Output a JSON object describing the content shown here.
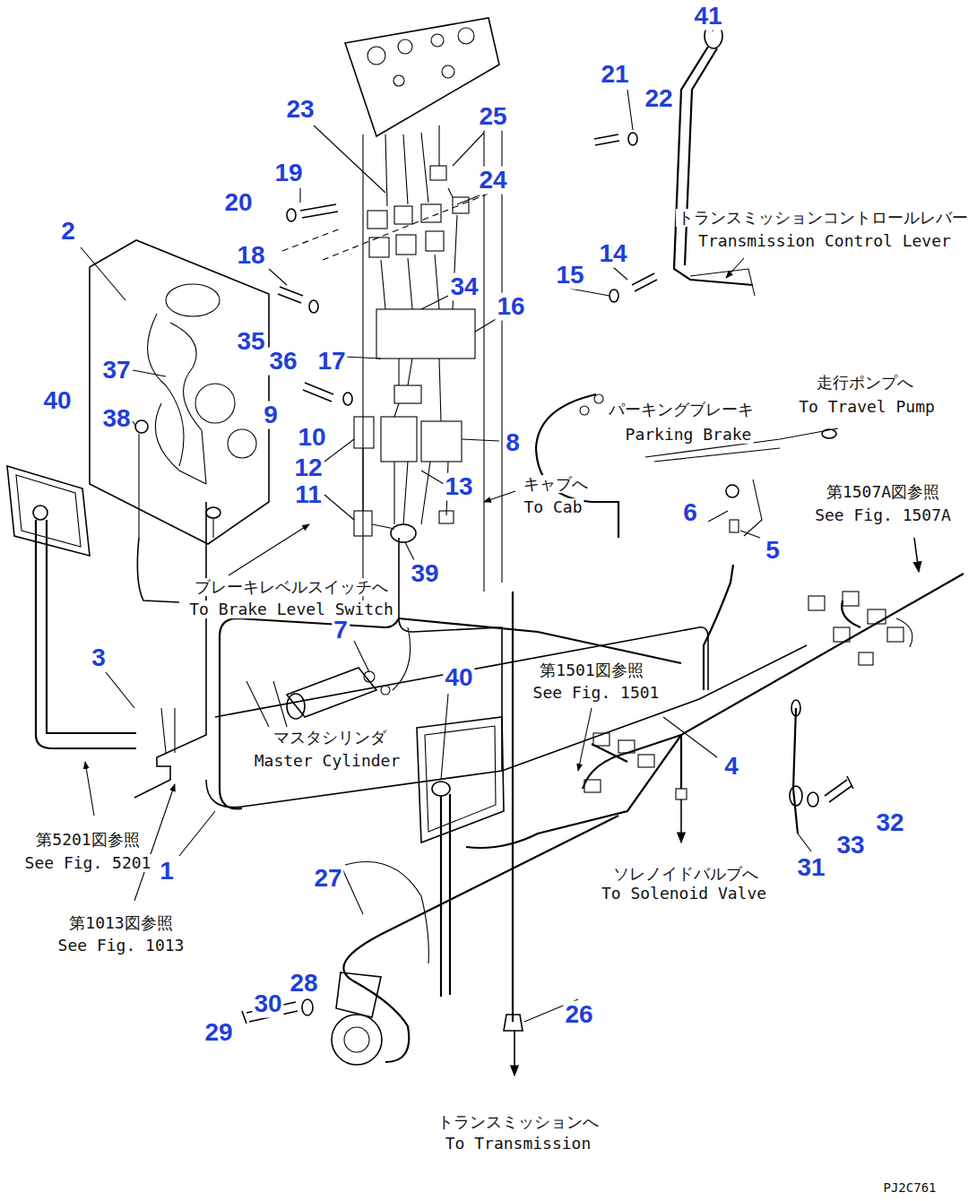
{
  "diagram": {
    "labels": [
      "41",
      "21",
      "22",
      "23",
      "25",
      "19",
      "24",
      "20",
      "トランスミッションコントロールレバー",
      "Transmission Control Lever",
      "2",
      "14",
      "18",
      "15",
      "34",
      "16",
      "35",
      "36",
      "17",
      "37",
      "走行ポンプへ",
      "To Travel Pump",
      "40",
      "パーキングブレーキ",
      "Parking Brake",
      "9",
      "38",
      "10",
      "8",
      "12",
      "キャブへ",
      "To Cab",
      "13",
      "第1507A図参照",
      "See Fig. 1507A",
      "11",
      "6",
      "5",
      "39",
      "ブレーキレベルスイッチへ",
      "To Brake Level Switch",
      "7",
      "3",
      "第1501図参照",
      "40",
      "See Fig. 1501",
      "マスタシリンダ",
      "Master Cylinder",
      "4",
      "第5201図参照",
      "See Fig. 5201",
      "1",
      "27",
      "ソレノイドバルブへ",
      "To Solenoid Valve",
      "32",
      "33",
      "31",
      "第1013図参照",
      "See Fig. 1013",
      "28",
      "30",
      "26",
      "29",
      "トランスミッションへ",
      "To Transmission",
      "PJ2C761"
    ]
  }
}
